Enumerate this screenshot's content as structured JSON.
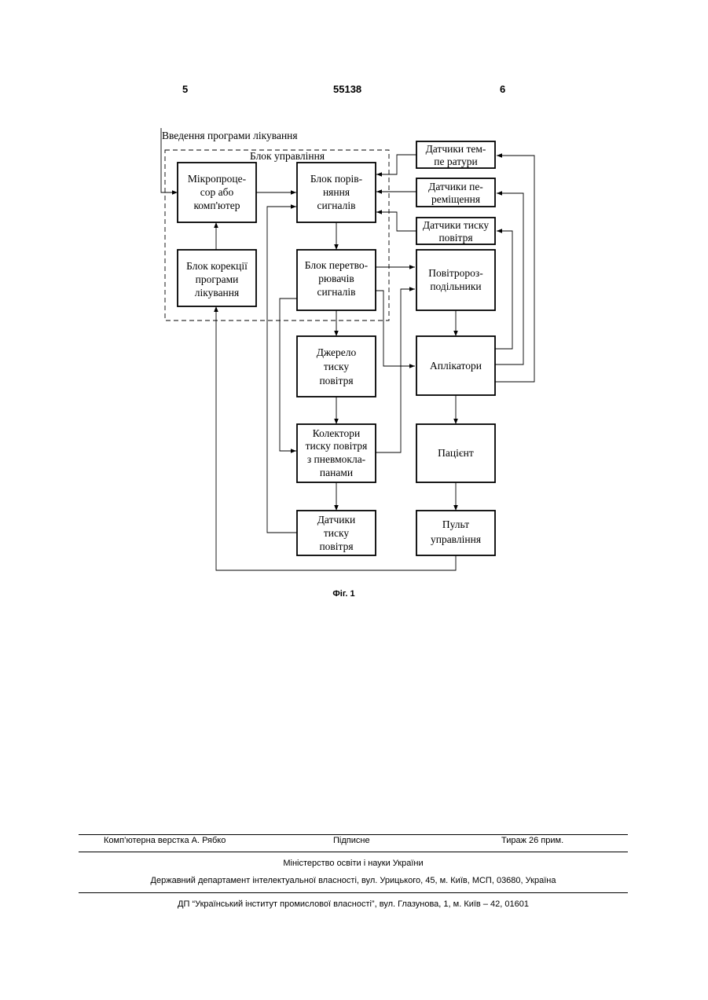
{
  "header": {
    "left_page": "5",
    "patent_number": "55138",
    "right_page": "6"
  },
  "diagram": {
    "input_label": "Введення програми лікування",
    "control_unit_label": "Блок управління",
    "microprocessor": [
      "Мікропроце-",
      "сор або",
      "комп'ютер"
    ],
    "comparator": [
      "Блок порів-",
      "няння",
      "сигналів"
    ],
    "correction": [
      "Блок корекції",
      "програми",
      "лікування"
    ],
    "converter": [
      "Блок перетво-",
      "рювачів",
      "сигналів"
    ],
    "temp_sensors": [
      "Датчики тем-",
      "пе ратури"
    ],
    "displacement_sensors": [
      "Датчики пе-",
      "реміщення"
    ],
    "pressure_sensors_right": [
      "Датчики тиску",
      "повітря"
    ],
    "air_distributors": [
      "Повітророз-",
      "подільники"
    ],
    "air_source": [
      "Джерело",
      "тиску",
      "повітря"
    ],
    "applicators": [
      "Аплікатори"
    ],
    "collectors": [
      "Колектори",
      "тиску повітря",
      "з пневмокла-",
      "панами"
    ],
    "patient": [
      "Пацієнт"
    ],
    "pressure_sensors_bottom": [
      "Датчики",
      "тиску",
      "повітря"
    ],
    "control_panel": [
      "Пульт",
      "управління"
    ]
  },
  "caption": "Фіг. 1",
  "footer": {
    "typesetting": "Комп’ютерна верстка А. Рябко",
    "signed": "Підписне",
    "circulation": "Тираж 26 прим.",
    "ministry": "Міністерство освіти і науки України",
    "department": "Державний департамент інтелектуальної власності, вул. Урицького, 45, м. Київ, МСП, 03680, Україна",
    "institute": "ДП “Український інститут промислової власності”, вул. Глазунова, 1, м. Київ – 42, 01601"
  }
}
